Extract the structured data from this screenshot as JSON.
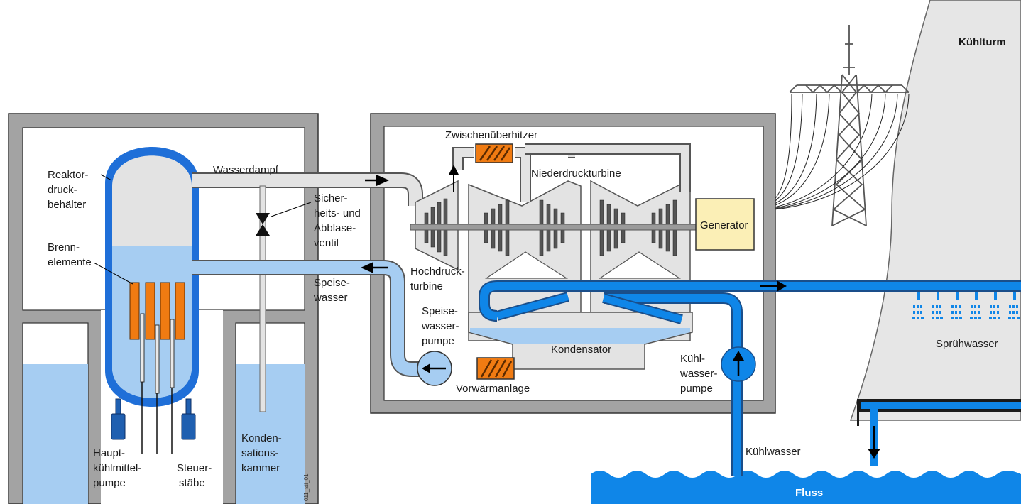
{
  "labels": {
    "reaktor": [
      "Reaktor-",
      "druck-",
      "behälter"
    ],
    "brennelemente": [
      "Brenn-",
      "elemente"
    ],
    "hauptpumpe": [
      "Haupt-",
      "kühlmittel-",
      "pumpe"
    ],
    "steuerstaebe": [
      "Steuer-",
      "stäbe"
    ],
    "kondensationskammer": [
      "Konden-",
      "sations-",
      "kammer"
    ],
    "wasserdampf": "Wasserdampf",
    "ventil": [
      "Sicher-",
      "heits- und",
      "Abblase-",
      "ventil"
    ],
    "speisewasser": [
      "Speise-",
      "wasser"
    ],
    "zwischenueberhitzer": "Zwischenüberhitzer",
    "niederdruckturbine": "Niederdruckturbine",
    "hochdruckturbine": [
      "Hochdruck-",
      "turbine"
    ],
    "generator": "Generator",
    "speisewasserpumpe": [
      "Speise-",
      "wasser-",
      "pumpe"
    ],
    "kondensator": "Kondensator",
    "vorwaermanlage": "Vorwärmanlage",
    "kuehlwasserpumpe": [
      "Kühl-",
      "wasser-",
      "pumpe"
    ],
    "kuehlwasser": "Kühlwasser",
    "fluss": "Fluss",
    "kuehlturm": "Kühlturm",
    "spruehwasser": "Sprühwasser",
    "code": "011_sti_01"
  },
  "colors": {
    "building": "#a3a3a3",
    "steam": "#e3e3e3",
    "feedwater": "#a6cdf2",
    "coolingwater": "#0f86e8",
    "vessel": "#1f6fd8",
    "fuel": "#f07b12",
    "generator": "#fbefb6"
  }
}
